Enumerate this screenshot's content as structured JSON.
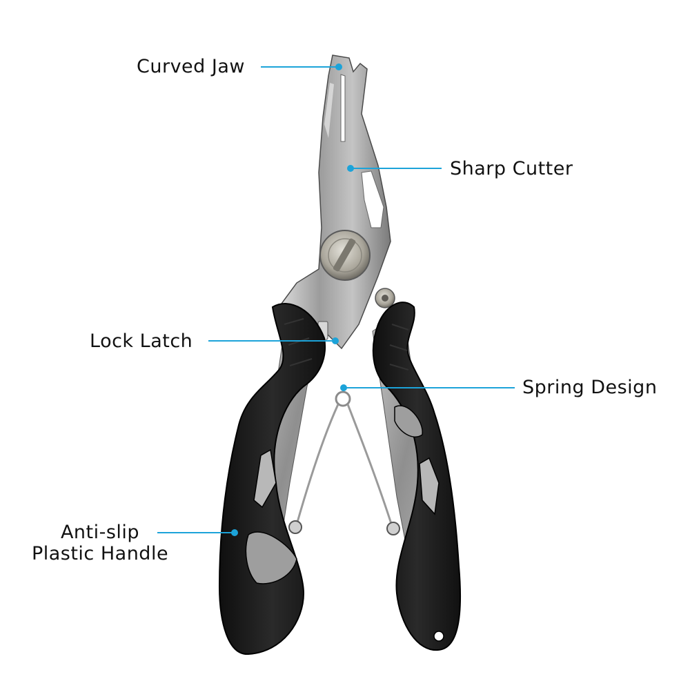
{
  "colors": {
    "callout": "#1ca3d9",
    "handle": "#1b1b1b",
    "steel": "#a9a9a9",
    "text": "#111111",
    "background": "#ffffff"
  },
  "labels": {
    "curved_jaw": "Curved Jaw",
    "sharp_cutter": "Sharp Cutter",
    "lock_latch": "Lock Latch",
    "spring_design": "Spring Design",
    "handle_line1": "Anti-slip",
    "handle_line2": "Plastic Handle"
  },
  "icon": "fishing-pliers-illustration"
}
